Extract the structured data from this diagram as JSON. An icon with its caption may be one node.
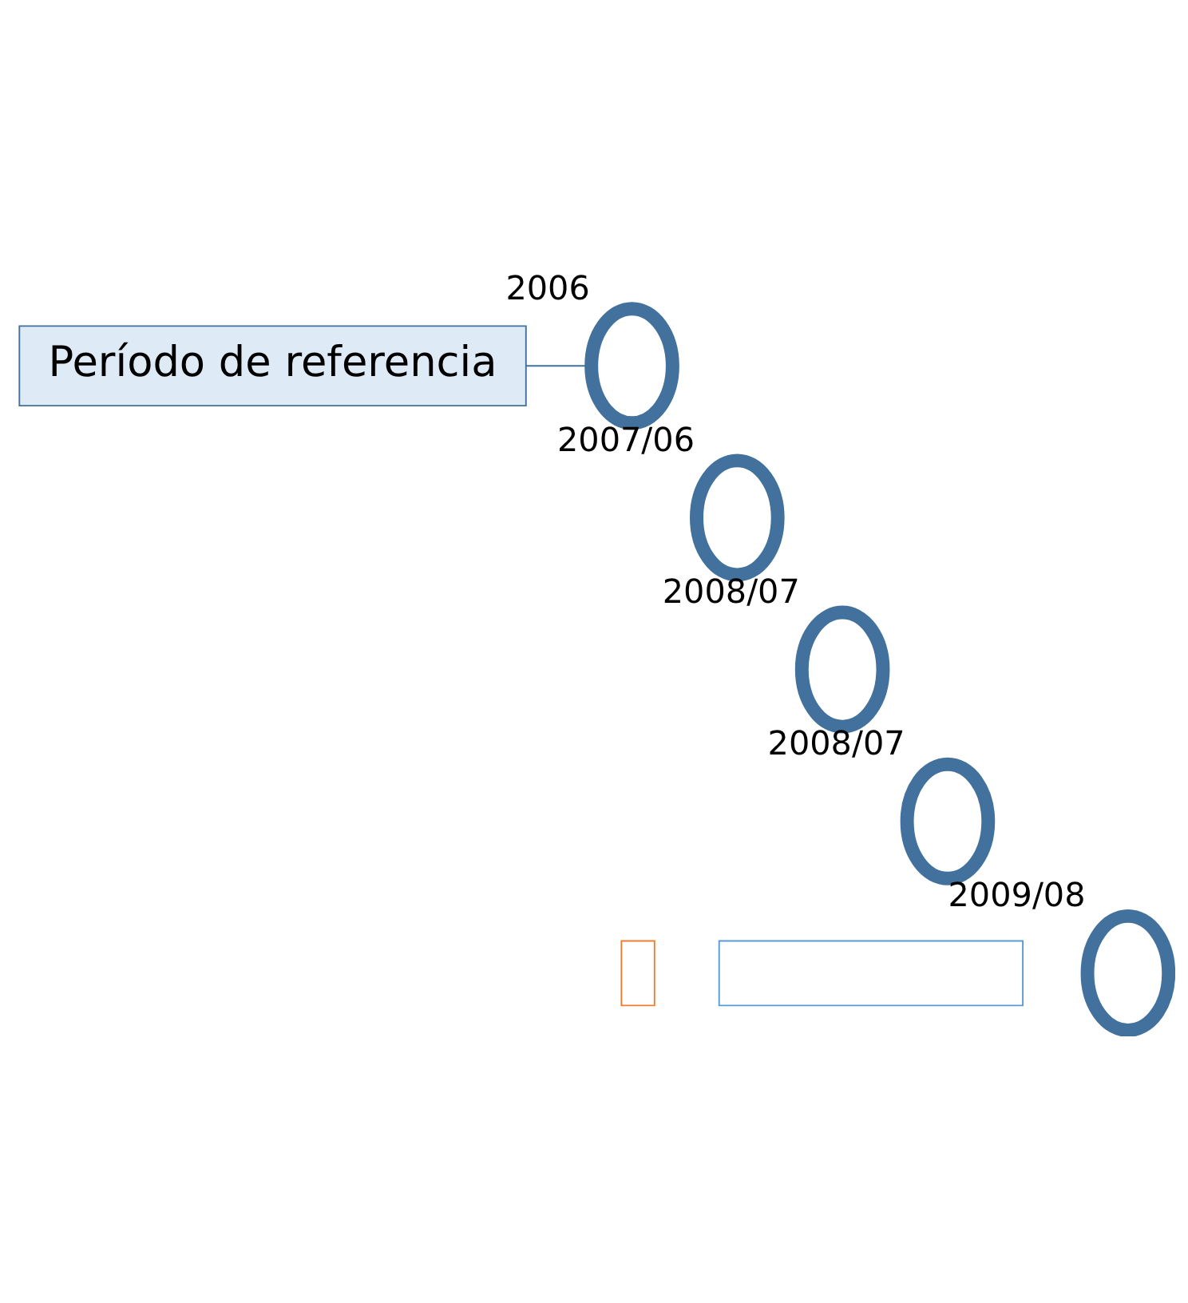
{
  "diagram": {
    "nodes": [
      {
        "text": [
          "Período de referencia"
        ]
      },
      {
        "text": [],
        "shape": "ring",
        "beside": [
          "2006"
        ]
      },
      {
        "text": [],
        "shape": "ring",
        "beside": [
          "2007/06"
        ]
      },
      {
        "text": [],
        "shape": "ring",
        "beside": [
          "2008/07"
        ]
      },
      {
        "text": [],
        "shape": "ring",
        "beside": [
          "2008/07"
        ]
      },
      {
        "text": [],
        "shape": "ring",
        "beside": [
          "2009/08"
        ]
      },
      {
        "text": [],
        "shape": "box"
      },
      {
        "text": [],
        "shape": "box"
      }
    ],
    "edges": [
      {
        "from": 0,
        "to": 1,
        "arrow": "none"
      }
    ]
  }
}
